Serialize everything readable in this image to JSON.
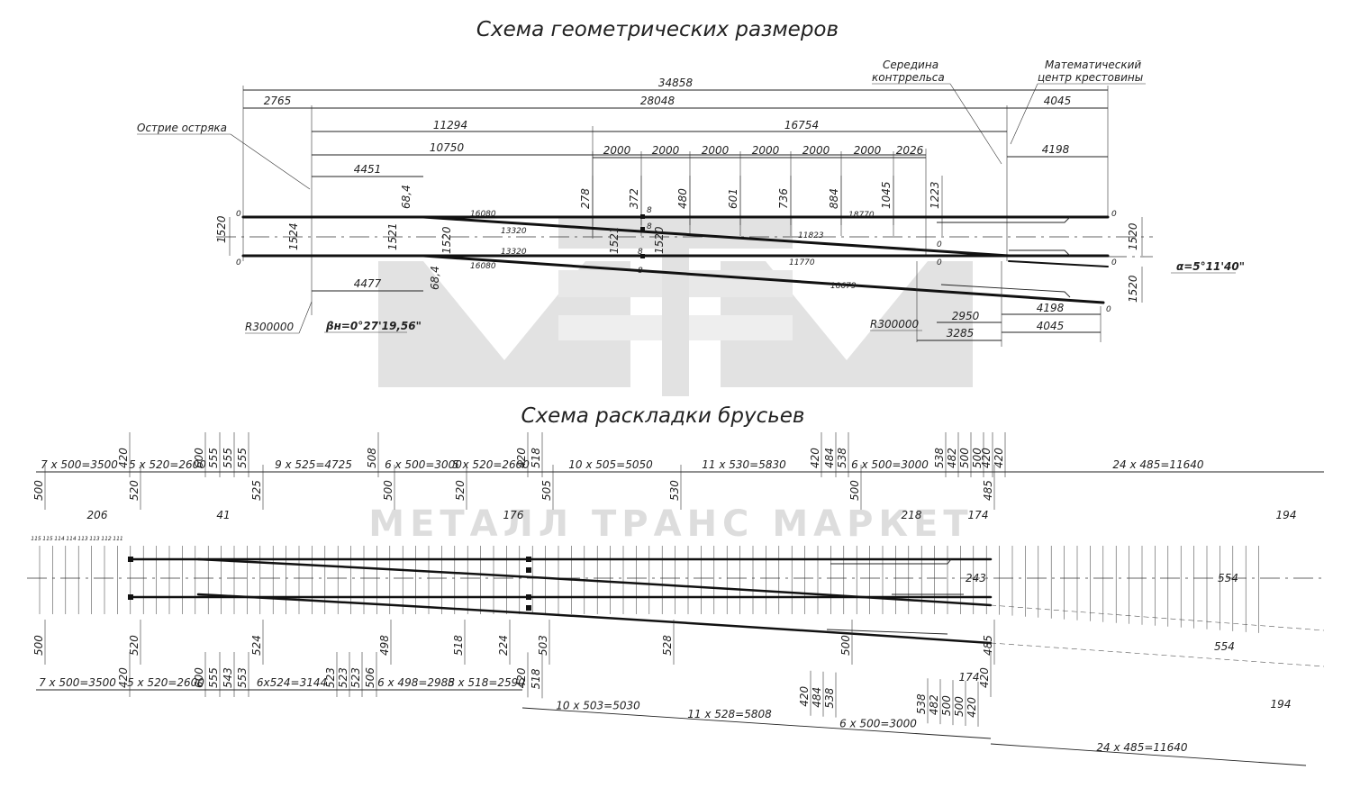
{
  "titles": {
    "geometry": "Схема геометрических размеров",
    "layout": "Схема раскладки брусьев"
  },
  "watermark": {
    "logo": "МТМ",
    "text": "МЕТАЛЛ ТРАНС МАРКЕТ",
    "color": "#d9d9d9"
  },
  "geometry": {
    "callouts": {
      "point_tip": "Острие остряка",
      "guard_mid_1": "Середина",
      "guard_mid_2": "контррельса",
      "frog_center_1": "Математический",
      "frog_center_2": "центр крестовины"
    },
    "top_dims": {
      "total": "34858",
      "front": "2765",
      "main": "28048",
      "tail": "4045",
      "seg_a": "11294",
      "seg_b": "16754",
      "seg_c": "10750",
      "seg_d": "4198",
      "seg_e": "4451"
    },
    "twothousands": [
      "2000",
      "2000",
      "2000",
      "2000",
      "2000",
      "2000",
      "2026"
    ],
    "vertical_dims": [
      "278",
      "372",
      "480",
      "601",
      "736",
      "884",
      "1045",
      "1223"
    ],
    "gauge": {
      "left": "1520",
      "right_top": "1520",
      "right_bottom": "1520",
      "g1524": "1524",
      "g1521a": "1521",
      "g1520a": "1520",
      "g1521b": "1521",
      "g1520b": "1520",
      "off_top": "68,4",
      "off_bot": "68,4"
    },
    "rail_labels": [
      "16080",
      "13320",
      "13320",
      "16080",
      "11823",
      "11770",
      "18770",
      "18679"
    ],
    "zeros": [
      "0",
      "0",
      "0",
      "0",
      "0",
      "0",
      "0"
    ],
    "eights": [
      "8",
      "8",
      "8",
      "8"
    ],
    "bottom_dims": {
      "d4477": "4477",
      "d2950": "2950",
      "d3285": "3285",
      "d4198": "4198",
      "d4045": "4045"
    },
    "radius_left": "R300000",
    "radius_right": "R300000",
    "beta": "βн=0°27'19,56\"",
    "alpha": "α=5°11'40\""
  },
  "layout": {
    "top_groups": [
      "7 x 500=3500",
      "5 x 520=2600",
      "9 x 525=4725",
      "6 x 500=3000",
      "5 x 520=2600",
      "10 x 505=5050",
      "11 x 530=5830",
      "6 x 500=3000",
      "24 x 485=11640"
    ],
    "top_singles": [
      "420",
      "600",
      "555",
      "555",
      "555",
      "508",
      "420",
      "518",
      "420",
      "484",
      "538",
      "538",
      "482",
      "500",
      "500",
      "420",
      "420"
    ],
    "top_inner": [
      "500",
      "520",
      "525",
      "500",
      "520",
      "505",
      "530",
      "500",
      "485"
    ],
    "top_small": [
      "206",
      "41",
      "176",
      "218",
      "174",
      "194"
    ],
    "bottom_groups": [
      "7 x 500=3500",
      "5 x 520=2600",
      "6x524=3144",
      "6 x 498=2988",
      "5 x 518=2590",
      "10 x 503=5030",
      "11 x 528=5808",
      "6 x 500=3000",
      "24 x 485=11640"
    ],
    "bottom_singles": [
      "420",
      "600",
      "555",
      "543",
      "553",
      "523",
      "523",
      "523",
      "506",
      "420",
      "518",
      "420",
      "484",
      "538",
      "538",
      "482",
      "500",
      "500",
      "420",
      "420"
    ],
    "bottom_inner": [
      "500",
      "520",
      "524",
      "498",
      "518",
      "224",
      "503",
      "528",
      "500",
      "485"
    ],
    "bottom_small": [
      "174",
      "194"
    ],
    "mid_marks": [
      "243",
      "554",
      "554"
    ],
    "tie_numbers_left": [
      "115",
      "115",
      "114",
      "114",
      "113",
      "113",
      "112",
      "111"
    ]
  }
}
